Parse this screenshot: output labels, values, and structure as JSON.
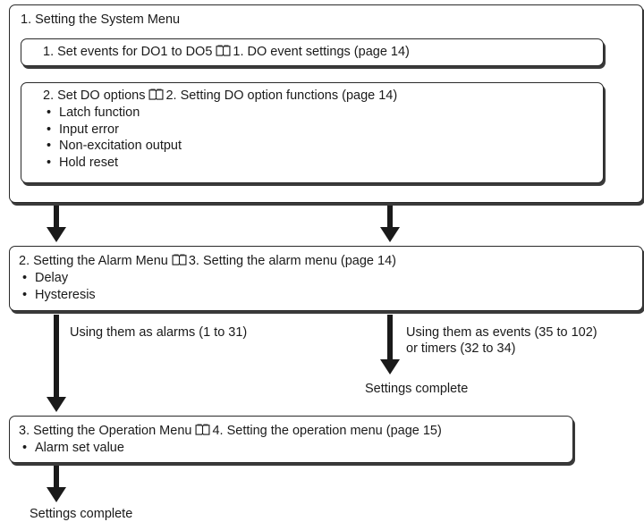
{
  "step1": {
    "title": "1. Setting the System Menu",
    "sub1": {
      "text": "1. Set events for DO1 to DO5",
      "ref": "1. DO event settings (page 14)"
    },
    "sub2": {
      "text": "2. Set DO options",
      "ref": "2. Setting DO option functions (page 14)",
      "bullets": [
        "Latch function",
        "Input error",
        "Non-excitation output",
        "Hold reset"
      ]
    }
  },
  "step2": {
    "title": "2. Setting the Alarm Menu",
    "ref": "3. Setting the alarm menu (page 14)",
    "bullets": [
      "Delay",
      "Hysteresis"
    ]
  },
  "branches": {
    "alarms_label": "Using them as alarms (1 to 31)",
    "events_label_line1": "Using them as events (35 to 102)",
    "events_label_line2": "or timers (32 to 34)",
    "events_complete": "Settings complete"
  },
  "step3": {
    "title": "3. Setting the Operation Menu",
    "ref": "4. Setting the operation menu (page 15)",
    "bullets": [
      "Alarm set value"
    ]
  },
  "final_complete": "Settings complete"
}
